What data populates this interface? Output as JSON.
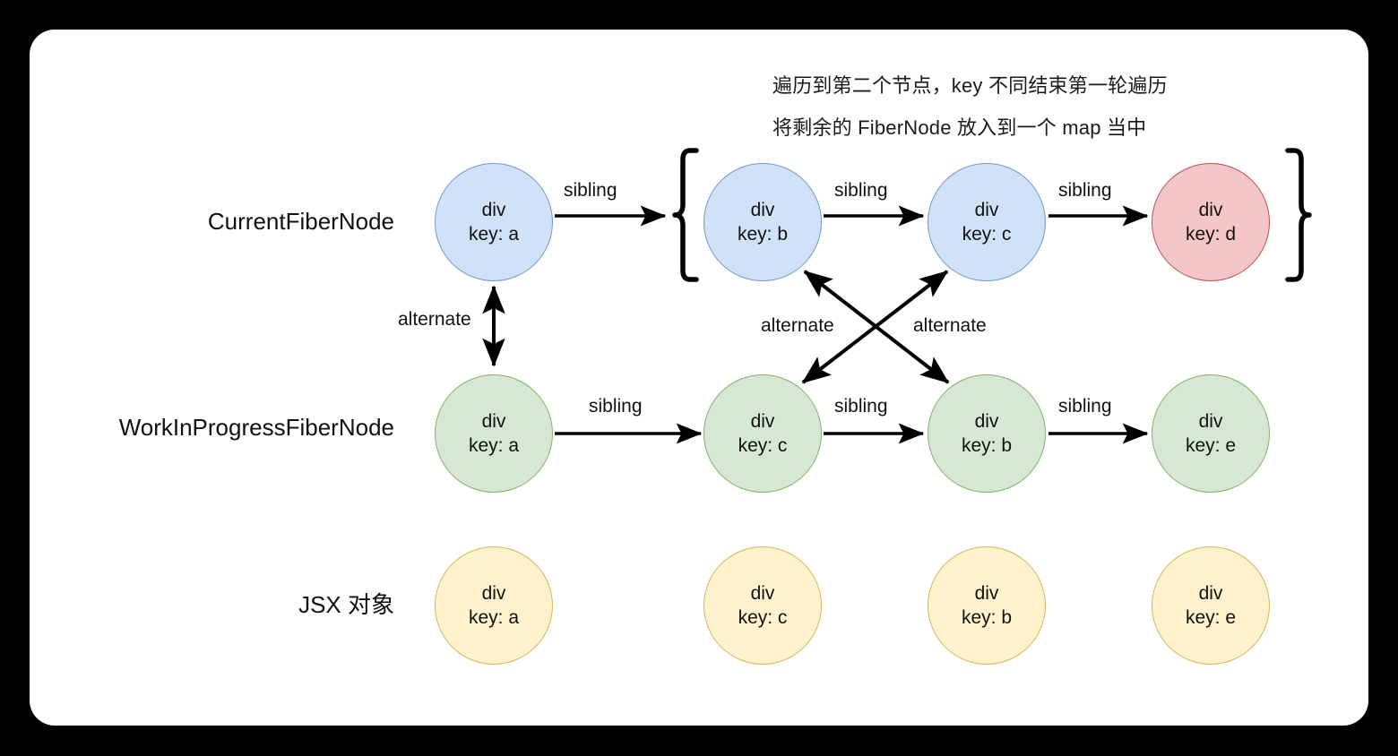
{
  "canvas": {
    "background": "#000000",
    "card_background": "#ffffff"
  },
  "palette": {
    "current_fill": "#cfe2f7",
    "current_stroke": "#7698cd",
    "wip_fill": "#d5e8d4",
    "wip_stroke": "#82b366",
    "jsx_fill": "#fff2cc",
    "jsx_stroke": "#d6b656",
    "removed_fill": "#f5c6c6",
    "removed_stroke": "#b85450",
    "edge": "#000000",
    "text": "#111111"
  },
  "annotations": [
    {
      "id": "note-line-1",
      "text": "遍历到第二个节点，key 不同结束第一轮遍历"
    },
    {
      "id": "note-line-2",
      "text": "将剩余的 FiberNode 放入到一个 map 当中"
    }
  ],
  "rows": [
    {
      "id": "current-fiber-row",
      "label": "CurrentFiberNode",
      "nodes": [
        {
          "id": "current-a",
          "type": "div",
          "key_text": "key: a",
          "tag_text": "div",
          "state": "matched"
        },
        {
          "id": "current-b",
          "type": "div",
          "key_text": "key: b",
          "tag_text": "div",
          "state": "matched"
        },
        {
          "id": "current-c",
          "type": "div",
          "key_text": "key: c",
          "tag_text": "div",
          "state": "matched"
        },
        {
          "id": "current-d",
          "type": "div",
          "key_text": "key: d",
          "tag_text": "div",
          "state": "removed"
        }
      ]
    },
    {
      "id": "wip-fiber-row",
      "label": "WorkInProgressFiberNode",
      "nodes": [
        {
          "id": "wip-a",
          "type": "div",
          "key_text": "key: a",
          "tag_text": "div",
          "state": "reused"
        },
        {
          "id": "wip-c",
          "type": "div",
          "key_text": "key: c",
          "tag_text": "div",
          "state": "reused"
        },
        {
          "id": "wip-b",
          "type": "div",
          "key_text": "key: b",
          "tag_text": "div",
          "state": "reused"
        },
        {
          "id": "wip-e",
          "type": "div",
          "key_text": "key: e",
          "tag_text": "div",
          "state": "reused"
        }
      ]
    },
    {
      "id": "jsx-row",
      "label": "JSX 对象",
      "nodes": [
        {
          "id": "jsx-a",
          "type": "div",
          "key_text": "key: a",
          "tag_text": "div",
          "state": "new"
        },
        {
          "id": "jsx-c",
          "type": "div",
          "key_text": "key: c",
          "tag_text": "div",
          "state": "new"
        },
        {
          "id": "jsx-b",
          "type": "div",
          "key_text": "key: b",
          "tag_text": "div",
          "state": "new"
        },
        {
          "id": "jsx-e",
          "type": "div",
          "key_text": "key: e",
          "tag_text": "div",
          "state": "new"
        }
      ]
    }
  ],
  "edges": {
    "sibling_label": "sibling",
    "alternate_label": "alternate",
    "sibling_edges": [
      {
        "id": "sibling-current-a-b",
        "from": "current-a",
        "to": "current-b",
        "label": "sibling"
      },
      {
        "id": "sibling-current-b-c",
        "from": "current-b",
        "to": "current-c",
        "label": "sibling"
      },
      {
        "id": "sibling-current-c-d",
        "from": "current-c",
        "to": "current-d",
        "label": "sibling"
      },
      {
        "id": "sibling-wip-a-c",
        "from": "wip-a",
        "to": "wip-c",
        "label": "sibling"
      },
      {
        "id": "sibling-wip-c-b",
        "from": "wip-c",
        "to": "wip-b",
        "label": "sibling"
      },
      {
        "id": "sibling-wip-b-e",
        "from": "wip-b",
        "to": "wip-e",
        "label": "sibling"
      }
    ],
    "alternate_edges": [
      {
        "id": "alternate-a",
        "from": "current-a",
        "to": "wip-a",
        "label": "alternate"
      },
      {
        "id": "alternate-b",
        "from": "current-b",
        "to": "wip-b",
        "label": "alternate"
      },
      {
        "id": "alternate-c",
        "from": "current-c",
        "to": "wip-c",
        "label": "alternate"
      }
    ]
  },
  "braces": {
    "left": "{",
    "right": "}"
  }
}
